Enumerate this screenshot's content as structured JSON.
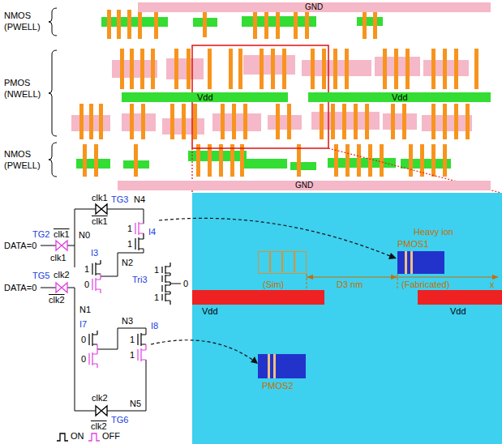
{
  "diagram": {
    "nodes": [
      {
        "text": [
          "GND"
        ]
      },
      {
        "text": [
          "Vdd"
        ]
      },
      {
        "text": [
          "Vdd"
        ]
      },
      {
        "text": [
          "GND"
        ]
      },
      {
        "text": [
          "(Sim)"
        ]
      },
      {
        "text": [
          "PMOS1"
        ]
      },
      {
        "text": [
          "Vdd"
        ]
      },
      {
        "text": [
          "Vdd"
        ]
      },
      {
        "text": [
          "PMOS2"
        ]
      }
    ],
    "labels": [
      "NMOS (PWELL)",
      "PMOS (NWELL)",
      "NMOS (PWELL)",
      "clk1",
      "TG3",
      "N4",
      "clk1",
      "TG2",
      "clk1",
      "DATA=0",
      "clk1",
      "N0",
      "I3",
      "1",
      "I4",
      "1",
      "N2",
      "1",
      "0",
      "1",
      "Tri3",
      "0",
      "1",
      "DATA=0",
      "clk2",
      "TG5",
      "clk2",
      "N1",
      "I7",
      "0",
      "0",
      "N3",
      "I8",
      "1",
      "1",
      "clk2",
      "N5",
      "TG6",
      "clk2",
      "Heavy ion",
      "D3 nm",
      "(Fabricated)",
      "x"
    ],
    "legend": [
      {
        "text": "ON"
      },
      {
        "text": "OFF"
      }
    ]
  }
}
